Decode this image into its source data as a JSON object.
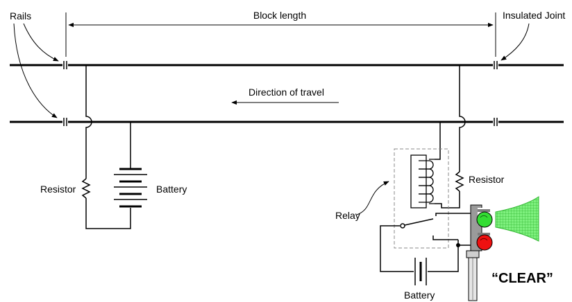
{
  "labels": {
    "rails": "Rails",
    "block_length": "Block length",
    "insulated_joint": "Insulated Joint",
    "direction": "Direction of travel",
    "resistor_left": "Resistor",
    "battery_left": "Battery",
    "resistor_right": "Resistor",
    "relay": "Relay",
    "battery_right": "Battery",
    "status": "“CLEAR”"
  },
  "colors": {
    "green_lamp": "#33dd33",
    "red_lamp": "#ee1111",
    "signal_body": "#9a9a9a",
    "beam": "#66ee66"
  }
}
